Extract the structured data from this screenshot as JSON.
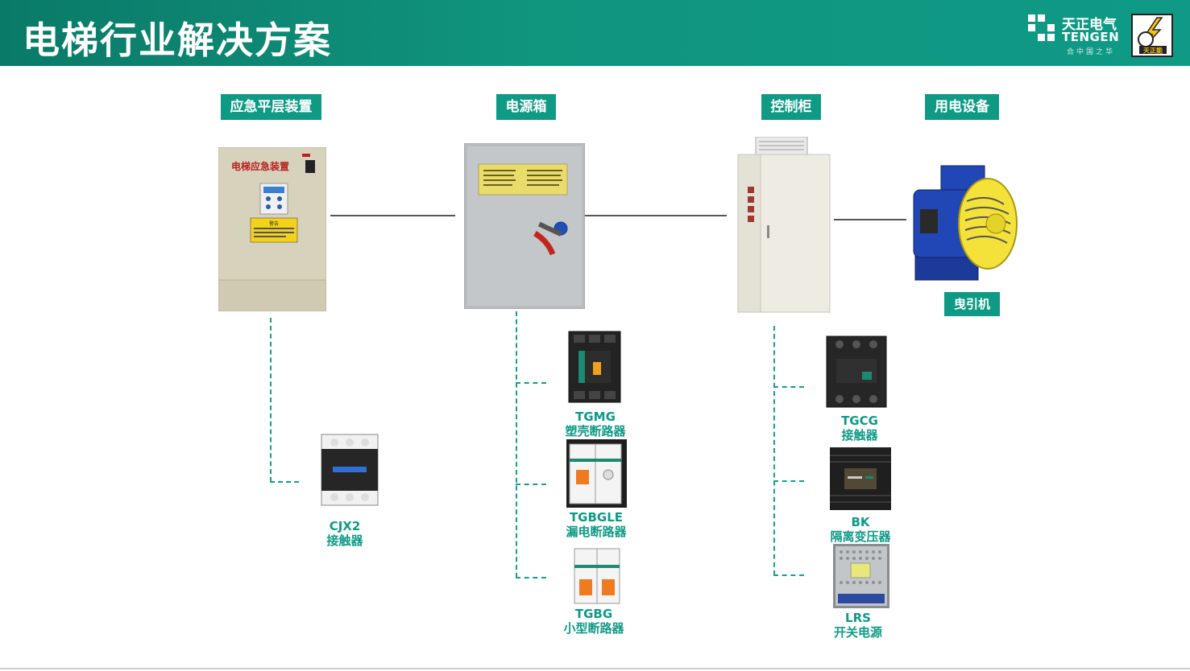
{
  "header": {
    "title": "电梯行业解决方案",
    "logo_cn": "天正电气",
    "logo_en": "TENGEN",
    "logo_tagline": "合中国之华",
    "badge_text": "天正能"
  },
  "categories": {
    "emergency": "应急平层装置",
    "power_box": "电源箱",
    "control_cabinet": "控制柜",
    "equipment": "用电设备",
    "traction": "曳引机"
  },
  "device_labels": {
    "emergency_panel": "电梯应急装置",
    "warning": "警告"
  },
  "products": {
    "cjx2": {
      "model": "CJX2",
      "name": "接触器"
    },
    "tgmg": {
      "model": "TGMG",
      "name": "塑壳断路器"
    },
    "tgbgle": {
      "model": "TGBGLE",
      "name": "漏电断路器"
    },
    "tgbg": {
      "model": "TGBG",
      "name": "小型断路器"
    },
    "tgcg": {
      "model": "TGCG",
      "name": "接触器"
    },
    "bk": {
      "model": "BK",
      "name": "隔离变压器"
    },
    "lrs": {
      "model": "LRS",
      "name": "开关电源"
    }
  },
  "colors": {
    "brand_green": "#0e9a85",
    "header_dark": "#0a7a68"
  }
}
